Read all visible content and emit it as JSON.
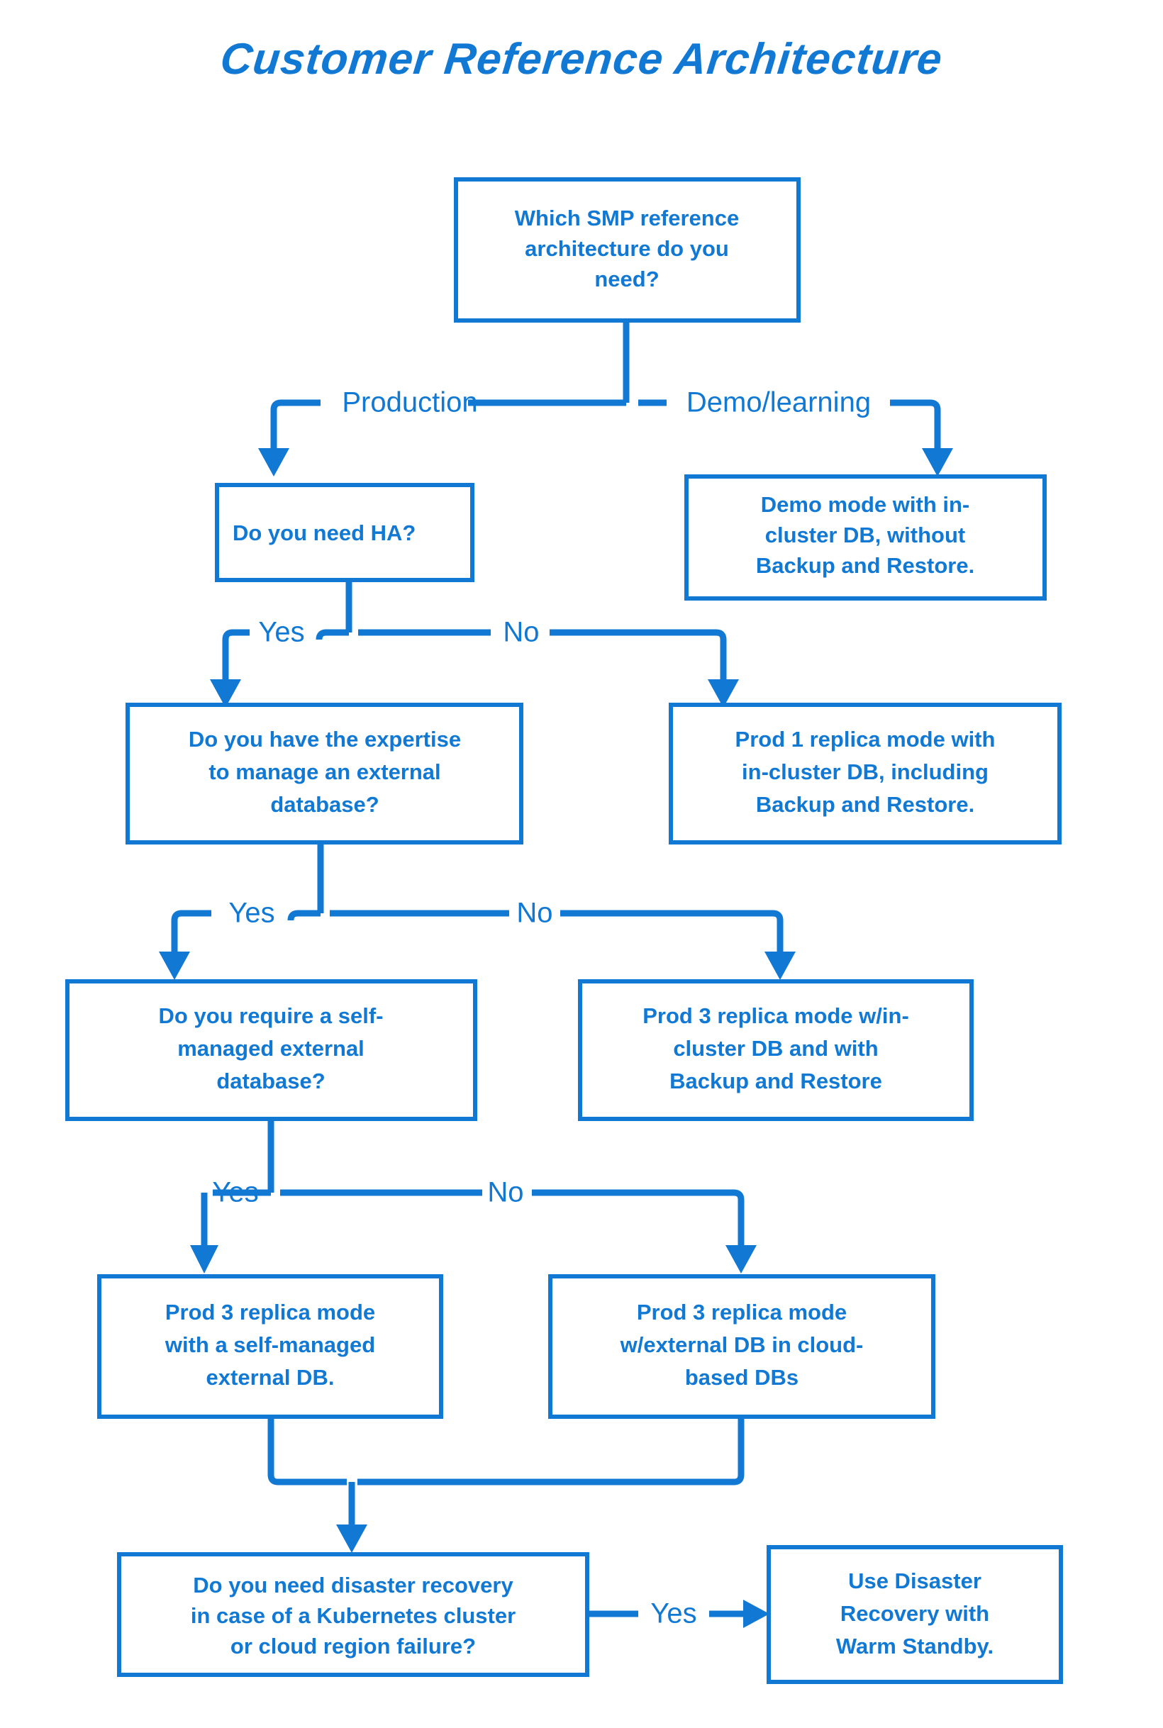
{
  "title": "Customer Reference Architecture",
  "colors": {
    "accent": "#1179d4",
    "background": "#ffffff",
    "box_fill": "#ffffff",
    "text": "#1179d4"
  },
  "chart_data": {
    "type": "diagram",
    "title": "Customer Reference Architecture",
    "nodes": [
      {
        "id": "q_root",
        "kind": "decision",
        "align": "center",
        "lines": [
          "Which SMP reference",
          "architecture do you",
          "need?"
        ]
      },
      {
        "id": "q_ha",
        "kind": "decision",
        "align": "left",
        "lines": [
          "Do you need HA?"
        ]
      },
      {
        "id": "r_demo",
        "kind": "result",
        "align": "center",
        "lines": [
          "Demo mode with in-",
          "cluster DB, without",
          "Backup and Restore."
        ]
      },
      {
        "id": "q_expertise",
        "kind": "decision",
        "align": "center",
        "lines": [
          "Do you have the expertise",
          "to manage an external",
          "database?"
        ]
      },
      {
        "id": "r_prod1",
        "kind": "result",
        "align": "center",
        "lines": [
          "Prod 1 replica mode with",
          "in-cluster DB, including",
          "Backup and Restore."
        ]
      },
      {
        "id": "q_selfmanaged",
        "kind": "decision",
        "align": "center",
        "lines": [
          "Do you require a self-",
          "managed external",
          "database?"
        ]
      },
      {
        "id": "r_prod3_incl",
        "kind": "result",
        "align": "center",
        "lines": [
          "Prod 3 replica mode w/in-",
          "cluster DB and with",
          "Backup and Restore"
        ]
      },
      {
        "id": "r_prod3_self",
        "kind": "result",
        "align": "center",
        "lines": [
          "Prod 3 replica mode",
          "with a self-managed",
          "external DB."
        ]
      },
      {
        "id": "r_prod3_cloud",
        "kind": "result",
        "align": "center",
        "lines": [
          "Prod 3 replica mode",
          "w/external DB in cloud-",
          "based DBs"
        ]
      },
      {
        "id": "q_dr",
        "kind": "decision",
        "align": "center",
        "lines": [
          "Do you need disaster recovery",
          "in case of a Kubernetes cluster",
          "or cloud region failure?"
        ]
      },
      {
        "id": "r_warm",
        "kind": "result",
        "align": "center",
        "lines": [
          "Use Disaster",
          "Recovery with",
          "Warm Standby."
        ]
      }
    ],
    "edges": [
      {
        "from": "q_root",
        "to": "q_ha",
        "label": "Production"
      },
      {
        "from": "q_root",
        "to": "r_demo",
        "label": "Demo/learning"
      },
      {
        "from": "q_ha",
        "to": "q_expertise",
        "label": "Yes"
      },
      {
        "from": "q_ha",
        "to": "r_prod1",
        "label": "No"
      },
      {
        "from": "q_expertise",
        "to": "q_selfmanaged",
        "label": "Yes"
      },
      {
        "from": "q_expertise",
        "to": "r_prod3_incl",
        "label": "No"
      },
      {
        "from": "q_selfmanaged",
        "to": "r_prod3_self",
        "label": "Yes"
      },
      {
        "from": "q_selfmanaged",
        "to": "r_prod3_cloud",
        "label": "No"
      },
      {
        "from": "r_prod3_self",
        "to": "q_dr",
        "label": ""
      },
      {
        "from": "r_prod3_cloud",
        "to": "q_dr",
        "label": ""
      },
      {
        "from": "q_dr",
        "to": "r_warm",
        "label": "Yes"
      }
    ],
    "edge_labels": [
      "Production",
      "Demo/learning",
      "Yes",
      "No",
      "Yes",
      "No",
      "Yes",
      "No",
      "Yes"
    ]
  },
  "boxes": {
    "q_root": {
      "l1": "Which SMP reference",
      "l2": "architecture do you",
      "l3": "need?"
    },
    "q_ha": {
      "l1": "Do you need HA?",
      "l2": "",
      "l3": ""
    },
    "r_demo": {
      "l1": "Demo mode with in-",
      "l2": "cluster DB, without",
      "l3": "Backup and Restore."
    },
    "q_expertise": {
      "l1": "Do you have the expertise",
      "l2": "to manage an external",
      "l3": "database?"
    },
    "r_prod1": {
      "l1": "Prod 1 replica mode with",
      "l2": "in-cluster DB, including",
      "l3": "Backup and Restore."
    },
    "q_selfmanaged": {
      "l1": "Do you require a self-",
      "l2": "managed external",
      "l3": "database?"
    },
    "r_prod3_incl": {
      "l1": "Prod 3 replica mode w/in-",
      "l2": "cluster DB and with",
      "l3": "Backup and Restore"
    },
    "r_prod3_self": {
      "l1": "Prod 3 replica mode",
      "l2": "with a self-managed",
      "l3": "external DB."
    },
    "r_prod3_cloud": {
      "l1": "Prod 3 replica mode",
      "l2": "w/external DB in cloud-",
      "l3": "based DBs"
    },
    "q_dr": {
      "l1": "Do you need disaster recovery",
      "l2": "in case of a Kubernetes cluster",
      "l3": "or cloud region failure?"
    },
    "r_warm": {
      "l1": "Use Disaster",
      "l2": "Recovery with",
      "l3": "Warm Standby."
    }
  },
  "labels": {
    "production": "Production",
    "demo_learning": "Demo/learning",
    "ha_yes": "Yes",
    "ha_no": "No",
    "exp_yes": "Yes",
    "exp_no": "No",
    "self_yes": "Yes",
    "self_no": "No",
    "dr_yes": "Yes"
  }
}
